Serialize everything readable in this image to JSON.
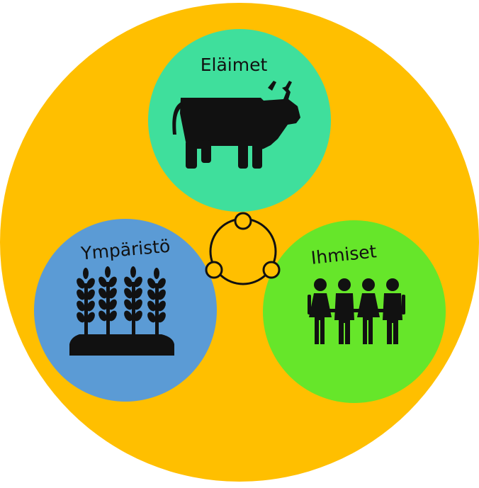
{
  "diagram": {
    "colors": {
      "background": "#ffffff",
      "outer_circle": "#FFBF00",
      "animals": "#3FDF9C",
      "environment": "#5B9BD5",
      "people": "#66E62A",
      "icon": "#111111",
      "connector": "#111111",
      "node_fill": "#FFBF00"
    },
    "nodes": [
      {
        "id": "animals",
        "label": "Eläimet",
        "icon": "cow-icon"
      },
      {
        "id": "environment",
        "label": "Ympäristö",
        "icon": "wheat-field-icon"
      },
      {
        "id": "people",
        "label": "Ihmiset",
        "icon": "people-group-icon"
      }
    ],
    "center_icon": "cycle-connector-icon"
  }
}
